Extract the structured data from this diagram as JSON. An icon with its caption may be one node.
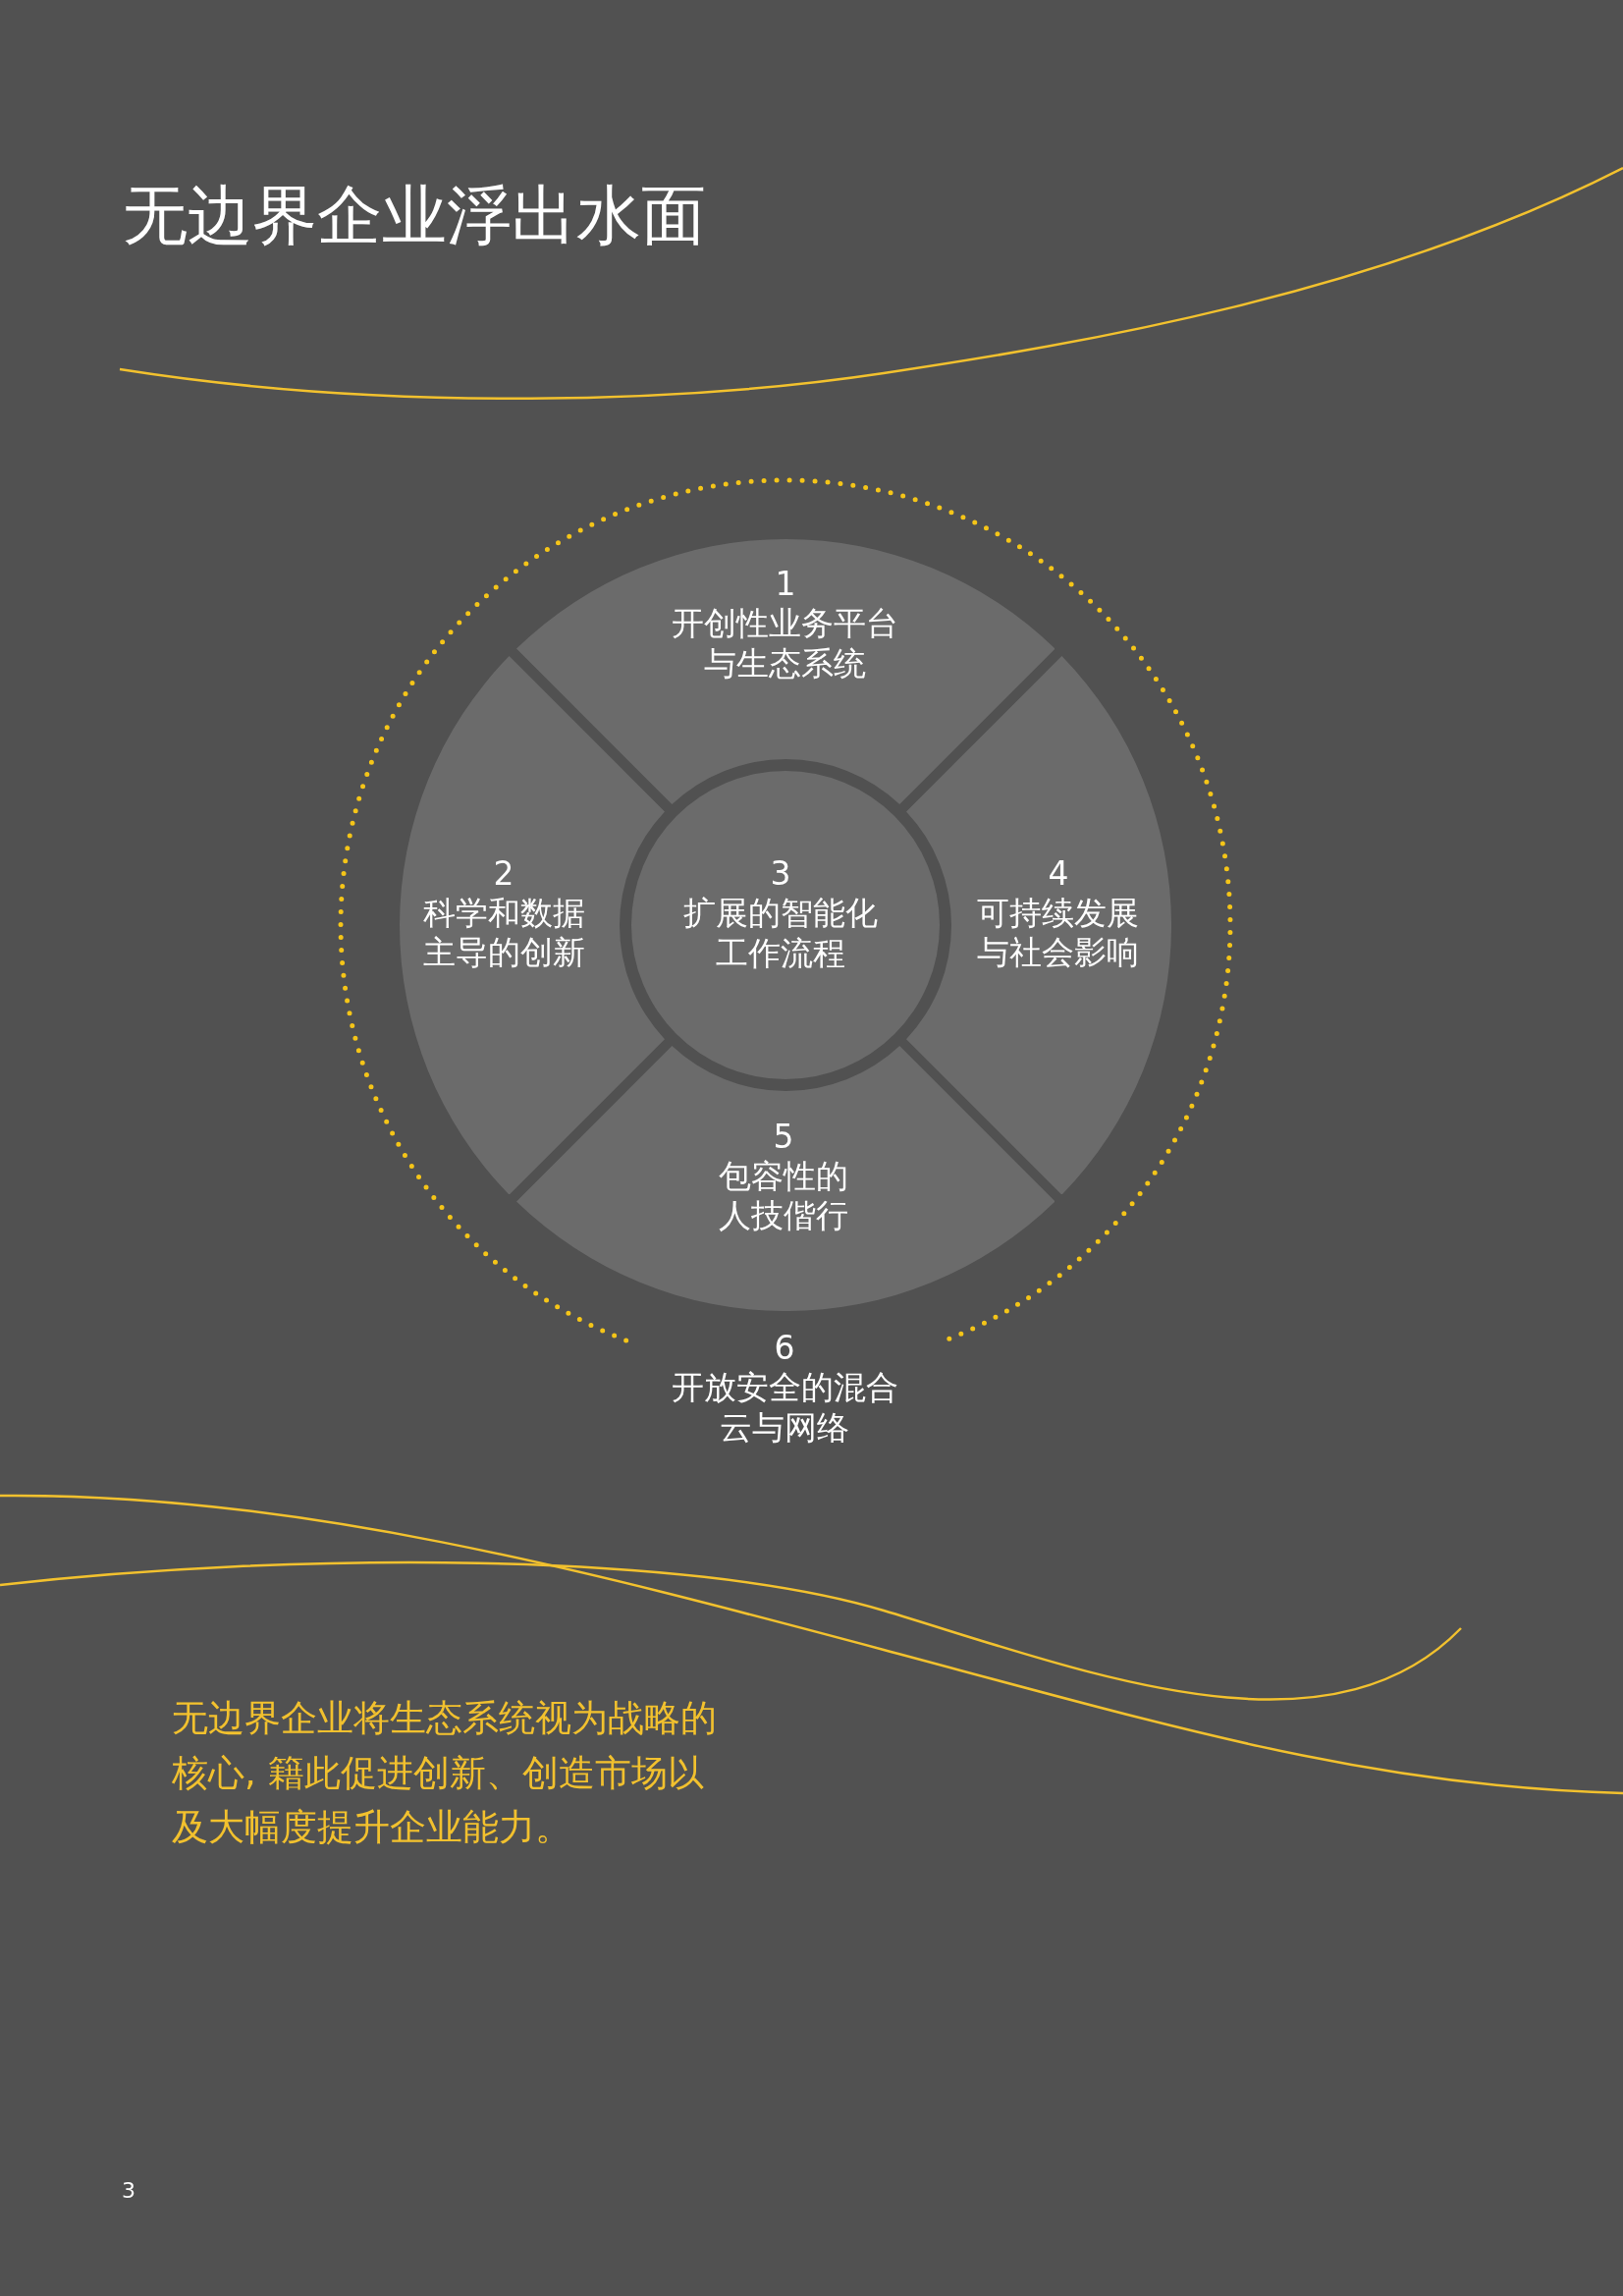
{
  "diagram": {
    "title": "无边界企业浮出水面",
    "nodes": [
      {
        "text": [
          "1",
          "开创性业务平台与生态系统"
        ]
      },
      {
        "text": [
          "2",
          "科学和数据主导的创新"
        ]
      },
      {
        "text": [
          "3",
          "扩展的智能化工作流程"
        ]
      },
      {
        "text": [
          "4",
          "可持续发展与社会影响"
        ]
      },
      {
        "text": [
          "5",
          "包容性的人技偕行"
        ]
      },
      {
        "text": [
          "6",
          "开放安全的混合云与网络"
        ]
      }
    ],
    "labels": [
      "无边界企业将生态系统视为战略的核心, 籍此促进创新、创造市场以及大幅度提升企业能力。",
      "3"
    ]
  }
}
